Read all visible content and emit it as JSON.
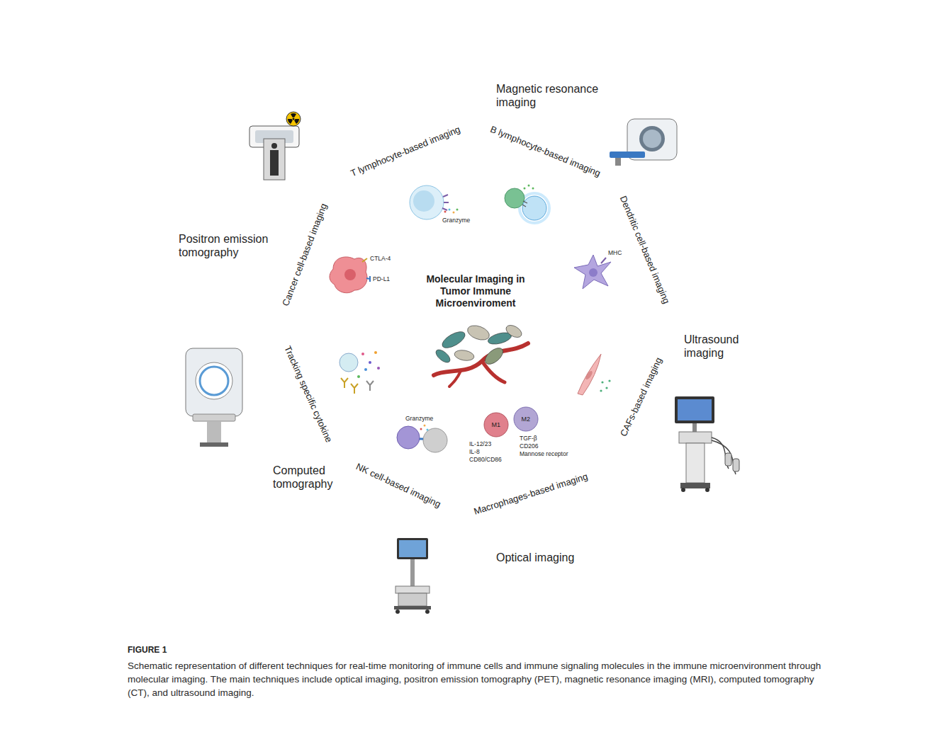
{
  "diagram": {
    "caption": "Schematic representation of different techniques for real-time monitoring of immune cells and immune signaling molecules in the immune microenvironment through molecular imaging. The main techniques include optical imaging, positron emission tomography (PET), magnetic resonance imaging (MRI), computed tomography (CT), and ultrasound imaging.",
    "nodes": [
      {
        "text": [
          "Molecular Imaging in Tumor Immune Microenviroment"
        ]
      },
      {
        "text": [
          "T lymphocyte-based imaging"
        ]
      },
      {
        "text": [
          "B lymphocyte-based imaging"
        ]
      },
      {
        "text": [
          "Dendritic cell-based imaging"
        ]
      },
      {
        "text": [
          "CAFs-based imaging"
        ]
      },
      {
        "text": [
          "Macrophages-based imaging"
        ]
      },
      {
        "text": [
          "NK cell-based imaging"
        ]
      },
      {
        "text": [
          "Tracking specific cytokine"
        ]
      },
      {
        "text": [
          "Cancer cell-based imaging"
        ]
      },
      {
        "text": [
          "Positron emission tomography"
        ]
      },
      {
        "text": [
          "Magnetic resonance imaging"
        ]
      },
      {
        "text": [
          "Ultrasound imaging"
        ]
      },
      {
        "text": [
          "Optical imaging"
        ]
      },
      {
        "text": [
          "Computed tomography"
        ]
      }
    ],
    "labels": [
      "Granzyme",
      "MHC",
      "M2",
      "TGF-β",
      "CD206",
      "Mannose receptor",
      "M1",
      "IL-12/23",
      "IL-8",
      "CD80/CD86",
      "Granzyme",
      "CTLA-4",
      "PD-L1",
      "FIGURE 1"
    ]
  }
}
